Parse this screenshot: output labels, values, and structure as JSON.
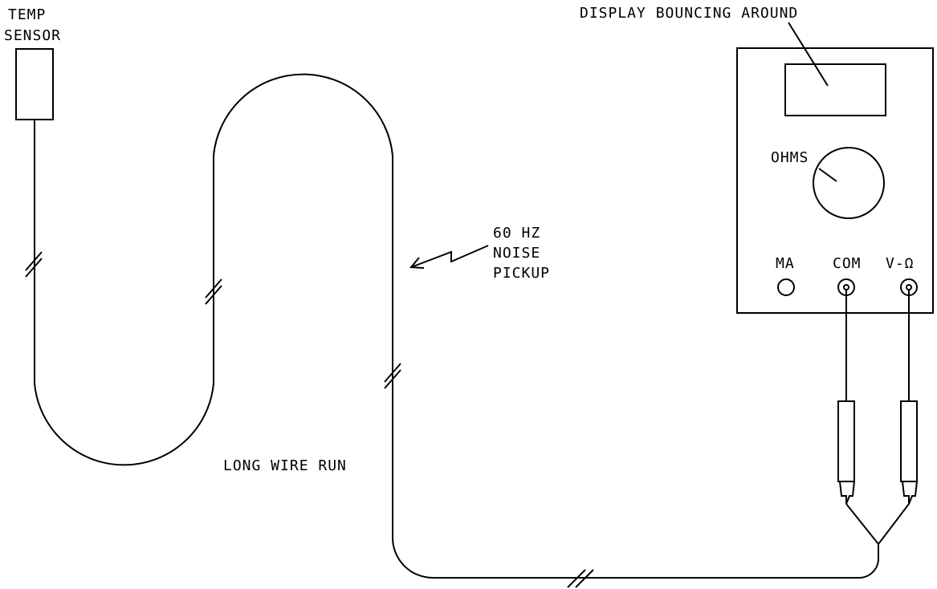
{
  "labels": {
    "sensor_line1": "TEMP",
    "sensor_line2": "SENSOR",
    "display_note": "DISPLAY BOUNCING AROUND",
    "noise_line1": "60 HZ",
    "noise_line2": "NOISE",
    "noise_line3": "PICKUP",
    "wire_run": "LONG WIRE RUN",
    "dial_mode": "OHMS",
    "jack_ma": "MA",
    "jack_com": "COM",
    "jack_v": "V-Ω"
  }
}
